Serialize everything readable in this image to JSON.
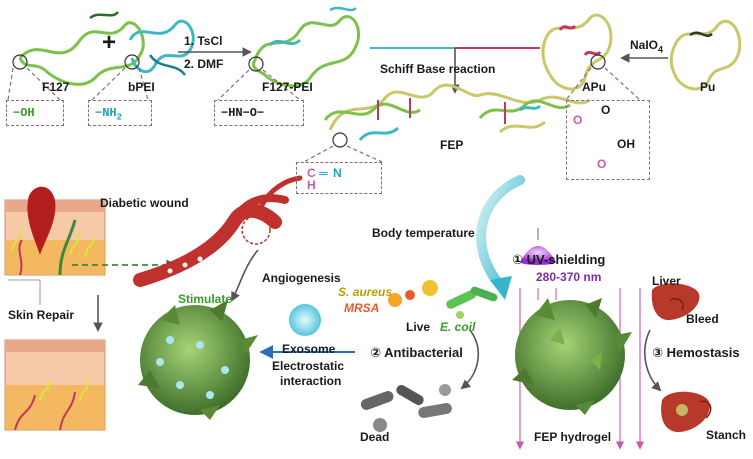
{
  "top": {
    "f127": "F127",
    "plus": "+",
    "bpei": "bPEI",
    "step1": "1. TsCl",
    "step2": "2. DMF",
    "f127_pei": "F127-PEI",
    "schiff": "Schiff Base reaction",
    "nalo4": "NaIO",
    "nalo4_sub": "4",
    "apu": "APu",
    "pu": "Pu",
    "fep": "FEP",
    "oh_group": "−OH",
    "nh2_group": "−NH",
    "nh2_sub": "2",
    "hno_group": "−HN−O−",
    "imine_c": "C",
    "imine_n": "N",
    "imine_h": "H",
    "apu_o1": "O",
    "apu_o2": "O",
    "apu_o3": "O",
    "apu_oh": "OH"
  },
  "bottom": {
    "diabetic": "Diabetic wound",
    "skin_repair": "Skin Repair",
    "angiogenesis": "Angiogenesis",
    "stimulate": "Stimulate",
    "exosome": "Exosome",
    "electrostatic_1": "Electrostatic",
    "electrostatic_2": "interaction",
    "s_aureus": "S. aureus",
    "mrsa": "MRSA",
    "live": "Live",
    "e_coil": "E. coil",
    "antibacterial": "② Antibacterial",
    "dead": "Dead",
    "body_temp": "Body temperature",
    "uv_shield": "① UV-shielding",
    "uv_range": "280-370 nm",
    "fep_hydrogel": "FEP hydrogel",
    "liver": "Liver",
    "bleed": "Bleed",
    "hemostasis": "③ Hemostasis",
    "stanch": "Stanch"
  },
  "colors": {
    "f127_chain": "#7cc24a",
    "pei_chain": "#3fb7c4",
    "pu_chain": "#c8c86a",
    "link": "#c0395a",
    "green_text": "#3a9a2a",
    "cyan_text": "#1aa3b3",
    "purple_text": "#7a2fa0",
    "dark_text": "#1a1a1a"
  }
}
